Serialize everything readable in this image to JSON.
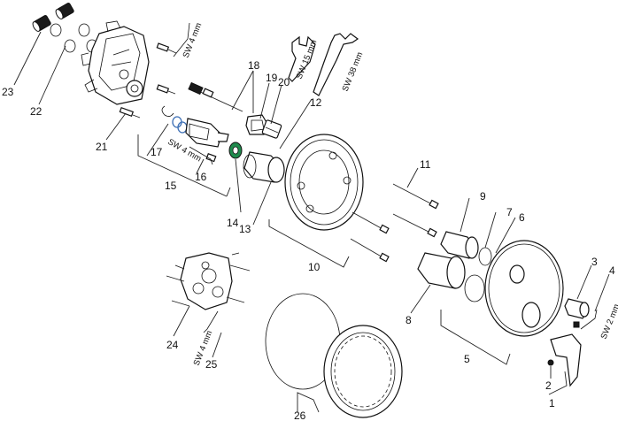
{
  "diagram": {
    "part_numbers": [
      "1",
      "2",
      "3",
      "4",
      "5",
      "6",
      "7",
      "8",
      "9",
      "10",
      "11",
      "12",
      "13",
      "14",
      "15",
      "16",
      "17",
      "18",
      "19",
      "20",
      "21",
      "22",
      "23",
      "24",
      "25",
      "26"
    ],
    "tool_labels": {
      "sw4_top": "SW 4 mm",
      "sw15": "SW 15 mm",
      "sw38": "SW 38 mm",
      "sw4_mid": "SW 4 mm",
      "sw2": "SW 2 mm",
      "sw4_bottom": "SW 4 mm"
    },
    "colors": {
      "line": "#111111",
      "highlight_green": "#1f8a4c",
      "highlight_blue": "#3d6fb5"
    }
  }
}
